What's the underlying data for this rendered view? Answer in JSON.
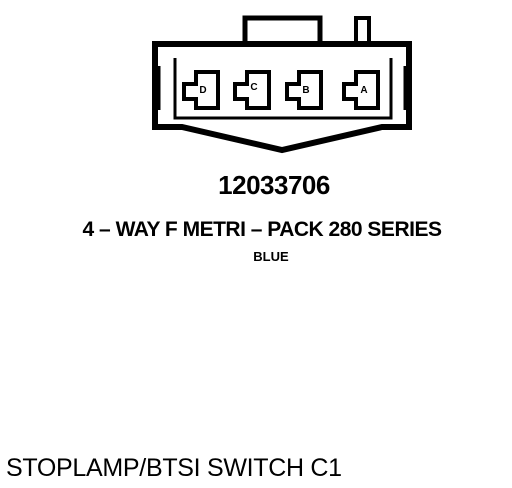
{
  "connector": {
    "pins": [
      "D",
      "C",
      "B",
      "A"
    ]
  },
  "part_number": "12033706",
  "description": "4 – WAY F METRI – PACK 280 SERIES",
  "color": "BLUE",
  "caption": "STOPLAMP/BTSI SWITCH C1"
}
